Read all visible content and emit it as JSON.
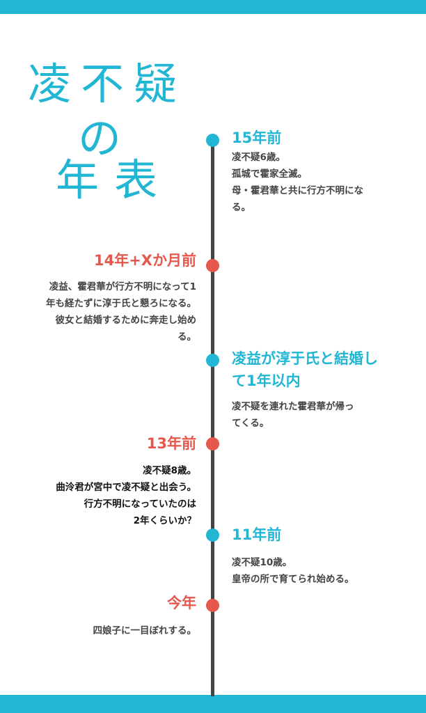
{
  "title": {
    "line1": "凌不疑",
    "line2": "の",
    "line3": "年表"
  },
  "colors": {
    "accent_blue": "#21b6d4",
    "accent_red": "#e6574c",
    "line": "#444444"
  },
  "events": [
    {
      "heading": "15年前",
      "body": [
        "凌不疑6歳。",
        "孤城で霍家全滅。",
        "母・霍君華と共に行方不明にな",
        "る。"
      ]
    },
    {
      "heading": "14年+Xか月前",
      "body": [
        "凌益、霍君華が行方不明になって1",
        "年も経たずに淳于氏と懇ろになる。",
        "彼女と結婚するために奔走し始め",
        "る。"
      ]
    },
    {
      "heading": [
        "凌益が淳于氏と結婚し",
        "て1年以内"
      ],
      "body": [
        "凌不疑を連れた霍君華が帰っ",
        "てくる。"
      ]
    },
    {
      "heading": "13年前",
      "body": [
        "凌不疑8歳。",
        "曲泠君が宮中で凌不疑と出会う。",
        "行方不明になっていたのは",
        "2年くらいか？"
      ]
    },
    {
      "heading": "11年前",
      "body": [
        "凌不疑10歳。",
        "皇帝の所で育てられ始める。"
      ]
    },
    {
      "heading": "今年",
      "body": [
        "四娘子に一目ぼれする。"
      ]
    }
  ]
}
